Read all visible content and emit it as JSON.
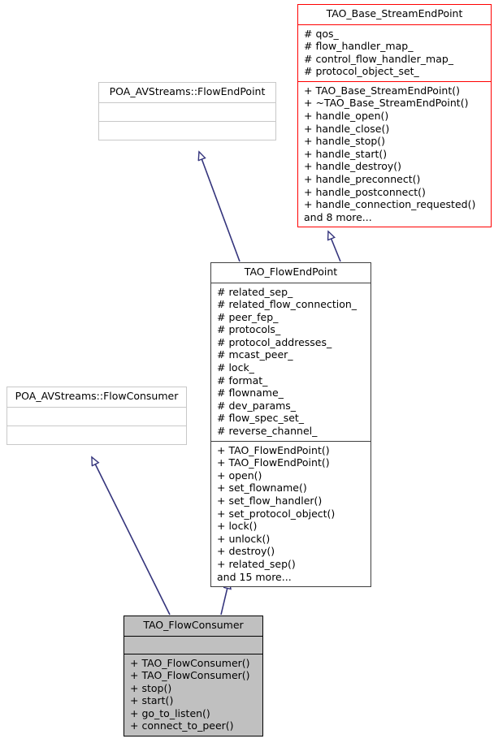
{
  "diagram": {
    "type": "uml-class-inheritance",
    "background": "#ffffff",
    "edge_color": "#34347c",
    "highlight_color": "#ff0000",
    "fill_color": "#c0c0c0",
    "nodes": [
      {
        "id": "base-streamendpoint",
        "name": "TAO_Base_StreamEndPoint",
        "style": "red",
        "attributes": [
          "# qos_",
          "# flow_handler_map_",
          "# control_flow_handler_map_",
          "# protocol_object_set_"
        ],
        "operations": [
          "+ TAO_Base_StreamEndPoint()",
          "+ ~TAO_Base_StreamEndPoint()",
          "+ handle_open()",
          "+ handle_close()",
          "+ handle_stop()",
          "+ handle_start()",
          "+ handle_destroy()",
          "+ handle_preconnect()",
          "+ handle_postconnect()",
          "+ handle_connection_requested()",
          "and 8 more..."
        ]
      },
      {
        "id": "poa-flowendpoint",
        "name": "POA_AVStreams::FlowEndPoint",
        "style": "gray",
        "attributes": [],
        "operations": []
      },
      {
        "id": "flowendpoint",
        "name": "TAO_FlowEndPoint",
        "style": "plain",
        "attributes": [
          "# related_sep_",
          "# related_flow_connection_",
          "# peer_fep_",
          "# protocols_",
          "# protocol_addresses_",
          "# mcast_peer_",
          "# lock_",
          "# format_",
          "# flowname_",
          "# dev_params_",
          "# flow_spec_set_",
          "# reverse_channel_"
        ],
        "operations": [
          "+ TAO_FlowEndPoint()",
          "+ TAO_FlowEndPoint()",
          "+ open()",
          "+ set_flowname()",
          "+ set_flow_handler()",
          "+ set_protocol_object()",
          "+ lock()",
          "+ unlock()",
          "+ destroy()",
          "+ related_sep()",
          "and 15 more..."
        ]
      },
      {
        "id": "poa-flowconsumer",
        "name": "POA_AVStreams::FlowConsumer",
        "style": "gray",
        "attributes": [],
        "operations": []
      },
      {
        "id": "flowconsumer",
        "name": "TAO_FlowConsumer",
        "style": "filled",
        "attributes": [],
        "operations": [
          "+ TAO_FlowConsumer()",
          "+ TAO_FlowConsumer()",
          "+ stop()",
          "+ start()",
          "+ go_to_listen()",
          "+ connect_to_peer()"
        ]
      }
    ],
    "edges": [
      {
        "from": "flowendpoint",
        "to": "poa-flowendpoint",
        "kind": "inheritance"
      },
      {
        "from": "flowendpoint",
        "to": "base-streamendpoint",
        "kind": "inheritance"
      },
      {
        "from": "flowconsumer",
        "to": "poa-flowconsumer",
        "kind": "inheritance"
      },
      {
        "from": "flowconsumer",
        "to": "flowendpoint",
        "kind": "inheritance"
      }
    ]
  }
}
